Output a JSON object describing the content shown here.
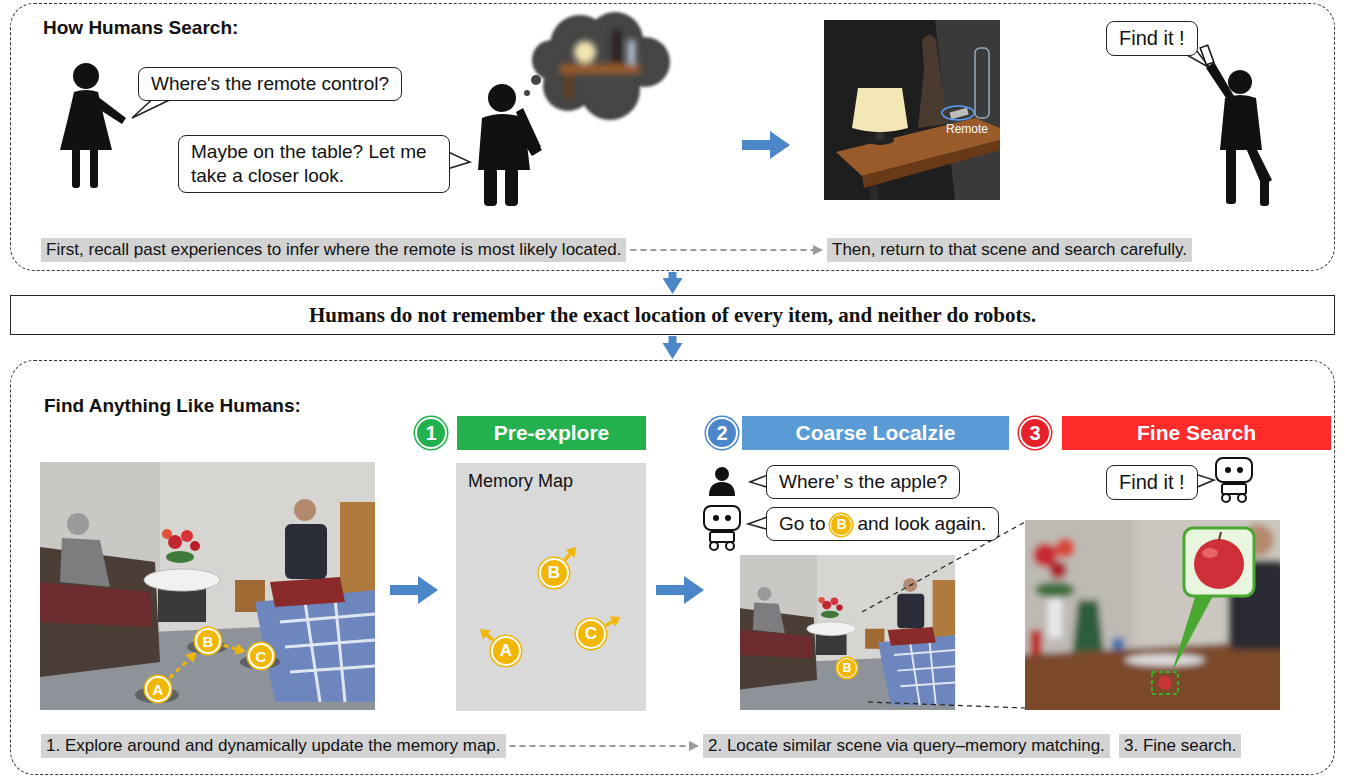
{
  "diagram": {
    "nodes": [
      {
        "text": [
          "How Humans Search:"
        ]
      },
      {
        "text": [
          "Where's the remote control?"
        ],
        "in": 0
      },
      {
        "text": [
          "Maybe on the table? Let me take a closer look."
        ],
        "in": 0
      },
      {
        "text": [
          "Find it !"
        ],
        "in": 0
      },
      {
        "text": [
          "First, recall past experiences to infer where the remote is most likely located."
        ],
        "in": 0
      },
      {
        "text": [
          "Then, return to that scene and search carefully."
        ],
        "in": 0
      },
      {
        "text": [
          "Humans do not remember the exact location of every item, and neither do robots."
        ]
      },
      {
        "text": [
          "Find Anything Like Humans:"
        ]
      },
      {
        "text": [
          "1"
        ],
        "in": 7
      },
      {
        "text": [
          "Pre-explore"
        ],
        "in": 7
      },
      {
        "text": [
          "2"
        ],
        "in": 7
      },
      {
        "text": [
          "Coarse Localzie"
        ],
        "in": 7
      },
      {
        "text": [
          "3"
        ],
        "in": 7
      },
      {
        "text": [
          "Fine Search"
        ],
        "in": 7
      },
      {
        "text": [
          "A"
        ],
        "in": 7
      },
      {
        "text": [
          "B"
        ],
        "in": 7
      },
      {
        "text": [
          "C"
        ],
        "in": 7
      },
      {
        "text": [
          "Memory Map"
        ],
        "in": 7
      },
      {
        "text": [
          "B"
        ],
        "in": 17
      },
      {
        "text": [
          "C"
        ],
        "in": 17
      },
      {
        "text": [
          "A"
        ],
        "in": 17
      },
      {
        "text": [
          "Where’ s the apple?"
        ],
        "in": 7
      },
      {
        "text": [
          "Go to",
          "B",
          "and look again."
        ],
        "in": 7
      },
      {
        "text": [
          "Find it !"
        ],
        "in": 7
      },
      {
        "text": [
          "B"
        ],
        "in": 7
      },
      {
        "text": [
          "1. Explore around and dynamically update the memory map."
        ],
        "in": 7
      },
      {
        "text": [
          "2. Locate similar scene via query–memory matching."
        ],
        "in": 7
      },
      {
        "text": [
          "3. Fine search."
        ],
        "in": 7
      }
    ],
    "edges": [
      {
        "from": 0,
        "to": 6,
        "arrow": "to"
      },
      {
        "from": 6,
        "to": 7,
        "arrow": "to"
      },
      {
        "from": 4,
        "to": 5,
        "arrow": "to"
      },
      {
        "from": 25,
        "to": 26,
        "arrow": "to"
      },
      {
        "from": 14,
        "to": 15,
        "arrow": "to"
      },
      {
        "from": 15,
        "to": 16,
        "arrow": "to"
      }
    ],
    "labels": [
      "Remote"
    ]
  }
}
